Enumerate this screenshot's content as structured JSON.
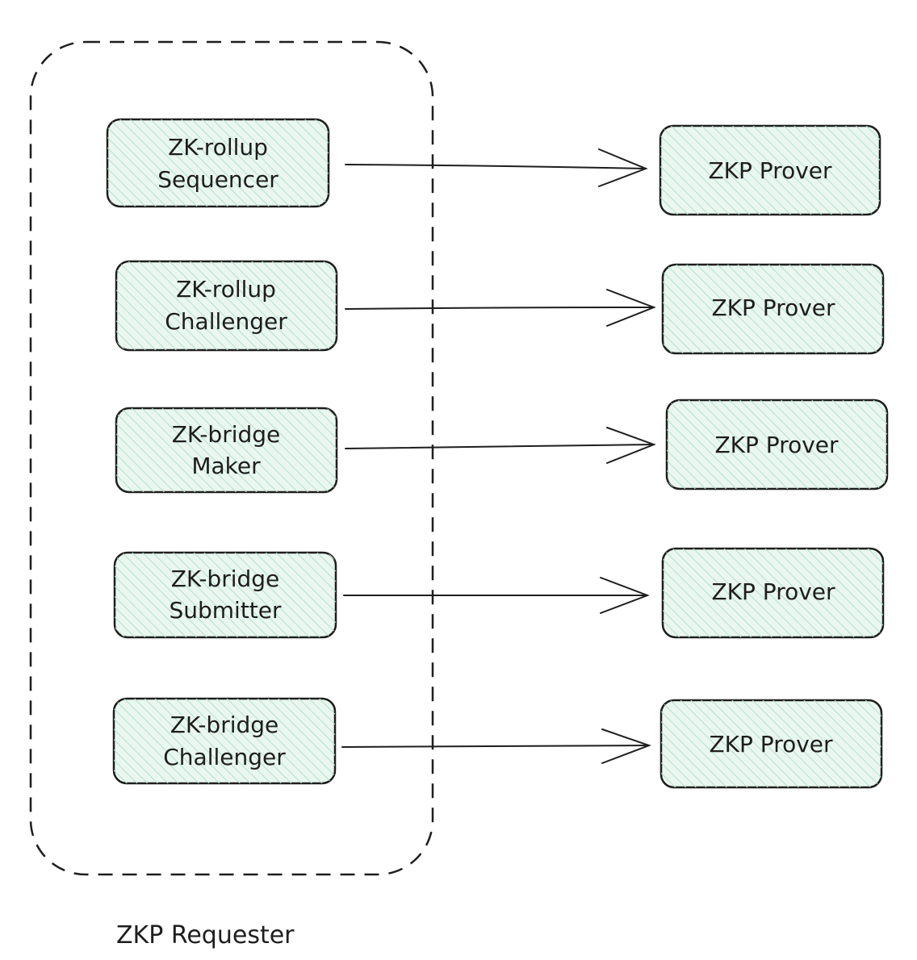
{
  "group": {
    "label": "ZKP Requester"
  },
  "colors": {
    "stroke": "#1e1e1e",
    "node_fill": "#eaf7f0",
    "hatch": "#b2e2c6"
  },
  "requesters": [
    {
      "line1": "ZK-rollup",
      "line2": "Sequencer"
    },
    {
      "line1": "ZK-rollup",
      "line2": "Challenger"
    },
    {
      "line1": "ZK-bridge",
      "line2": "Maker"
    },
    {
      "line1": "ZK-bridge",
      "line2": "Submitter"
    },
    {
      "line1": "ZK-bridge",
      "line2": "Challenger"
    }
  ],
  "provers": [
    {
      "label": "ZKP Prover"
    },
    {
      "label": "ZKP Prover"
    },
    {
      "label": "ZKP Prover"
    },
    {
      "label": "ZKP Prover"
    },
    {
      "label": "ZKP Prover"
    }
  ]
}
